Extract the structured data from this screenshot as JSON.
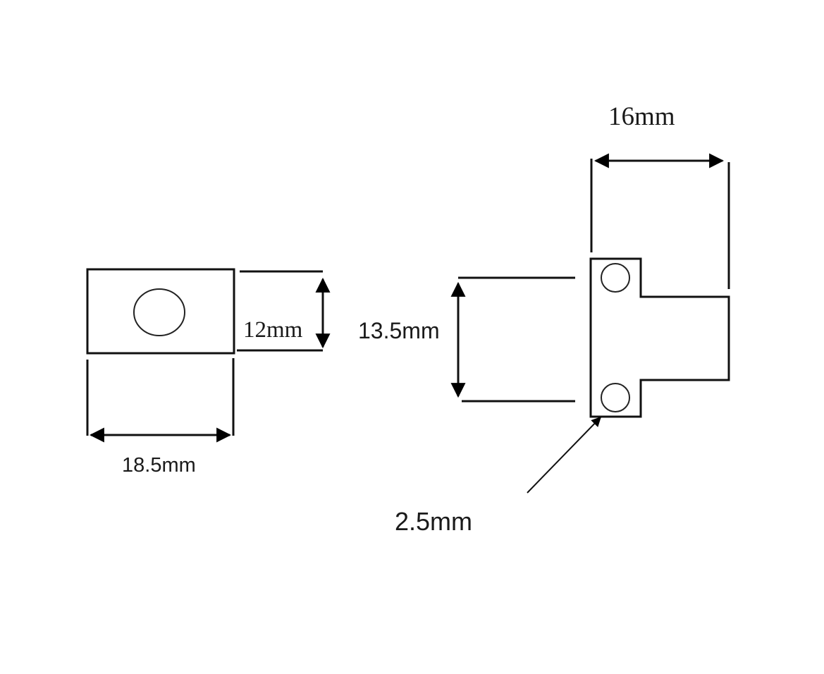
{
  "diagram": {
    "title": "",
    "colors": {
      "line": "#111111",
      "text": "#1a1a1a",
      "background": "#ffffff"
    },
    "left_part": {
      "name": "rectangular tab with single hole",
      "width_label": "18.5mm",
      "height_label": "12mm"
    },
    "right_part": {
      "name": "T-shaped bracket with two holes",
      "width_label": "16mm",
      "hole_spacing_label": "13.5mm",
      "hole_diameter_label": "2.5mm"
    }
  }
}
